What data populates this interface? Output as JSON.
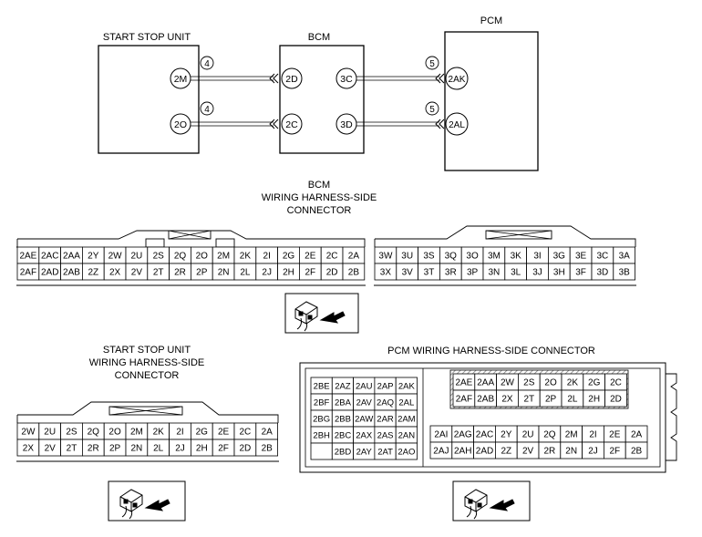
{
  "top": {
    "ssu_title": "START STOP UNIT",
    "bcm_title": "BCM",
    "pcm_title": "PCM",
    "ssu_pins": [
      "2M",
      "2O"
    ],
    "bcm_left_pins": [
      "2D",
      "2C"
    ],
    "bcm_right_pins": [
      "3C",
      "3D"
    ],
    "pcm_pins": [
      "2AK",
      "2AL"
    ],
    "left_circuit_numbers": [
      "4",
      "4"
    ],
    "right_circuit_numbers": [
      "5",
      "5"
    ]
  },
  "bcm_connector": {
    "title_lines": [
      "BCM",
      "WIRING HARNESS-SIDE",
      "CONNECTOR"
    ],
    "block1_rows": [
      [
        "2AE",
        "2AC",
        "2AA",
        "2Y",
        "2W",
        "2U",
        "2S",
        "2Q",
        "2O",
        "2M",
        "2K",
        "2I",
        "2G",
        "2E",
        "2C",
        "2A"
      ],
      [
        "2AF",
        "2AD",
        "2AB",
        "2Z",
        "2X",
        "2V",
        "2T",
        "2R",
        "2P",
        "2N",
        "2L",
        "2J",
        "2H",
        "2F",
        "2D",
        "2B"
      ]
    ],
    "block2_rows": [
      [
        "3W",
        "3U",
        "3S",
        "3Q",
        "3O",
        "3M",
        "3K",
        "3I",
        "3G",
        "3E",
        "3C",
        "3A"
      ],
      [
        "3X",
        "3V",
        "3T",
        "3R",
        "3P",
        "3N",
        "3L",
        "3J",
        "3H",
        "3F",
        "3D",
        "3B"
      ]
    ]
  },
  "ssu_connector": {
    "title_lines": [
      "START STOP UNIT",
      "WIRING HARNESS-SIDE",
      "CONNECTOR"
    ],
    "rows": [
      [
        "2W",
        "2U",
        "2S",
        "2Q",
        "2O",
        "2M",
        "2K",
        "2I",
        "2G",
        "2E",
        "2C",
        "2A"
      ],
      [
        "2X",
        "2V",
        "2T",
        "2R",
        "2P",
        "2N",
        "2L",
        "2J",
        "2H",
        "2F",
        "2D",
        "2B"
      ]
    ]
  },
  "pcm_connector": {
    "title": "PCM WIRING HARNESS-SIDE CONNECTOR",
    "left_block_rows": [
      [
        "2BE",
        "2AZ",
        "2AU",
        "2AP",
        "2AK"
      ],
      [
        "2BF",
        "2BA",
        "2AV",
        "2AQ",
        "2AL"
      ],
      [
        "2BG",
        "2BB",
        "2AW",
        "2AR",
        "2AM"
      ],
      [
        "2BH",
        "2BC",
        "2AX",
        "2AS",
        "2AN"
      ],
      [
        "",
        "2BD",
        "2AY",
        "2AT",
        "2AO"
      ]
    ],
    "right_top_rows": [
      [
        "2AE",
        "2AA",
        "2W",
        "2S",
        "2O",
        "2K",
        "2G",
        "2C"
      ],
      [
        "2AF",
        "2AB",
        "2X",
        "2T",
        "2P",
        "2L",
        "2H",
        "2D"
      ]
    ],
    "right_bottom_rows": [
      [
        "2AI",
        "2AG",
        "2AC",
        "2Y",
        "2U",
        "2Q",
        "2M",
        "2I",
        "2E",
        "2A"
      ],
      [
        "2AJ",
        "2AH",
        "2AD",
        "2Z",
        "2V",
        "2R",
        "2N",
        "2J",
        "2F",
        "2B"
      ]
    ]
  }
}
